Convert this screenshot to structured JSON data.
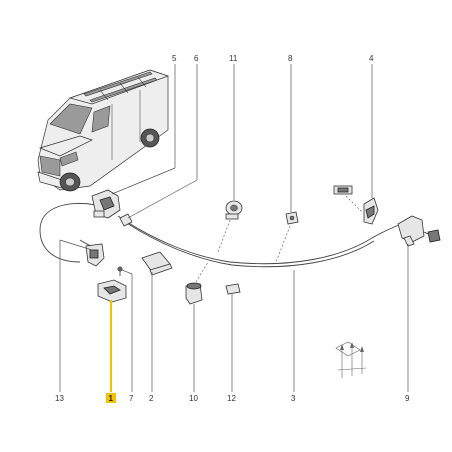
{
  "callouts": [
    {
      "id": "1",
      "highlighted": true
    },
    {
      "id": "2"
    },
    {
      "id": "3"
    },
    {
      "id": "4"
    },
    {
      "id": "5"
    },
    {
      "id": "6"
    },
    {
      "id": "7"
    },
    {
      "id": "8"
    },
    {
      "id": "9"
    },
    {
      "id": "10"
    },
    {
      "id": "11"
    },
    {
      "id": "12"
    },
    {
      "id": "13"
    }
  ],
  "colors": {
    "highlight": "#f2c200",
    "line": "#555555",
    "part_fill": "#e6e6e6"
  }
}
